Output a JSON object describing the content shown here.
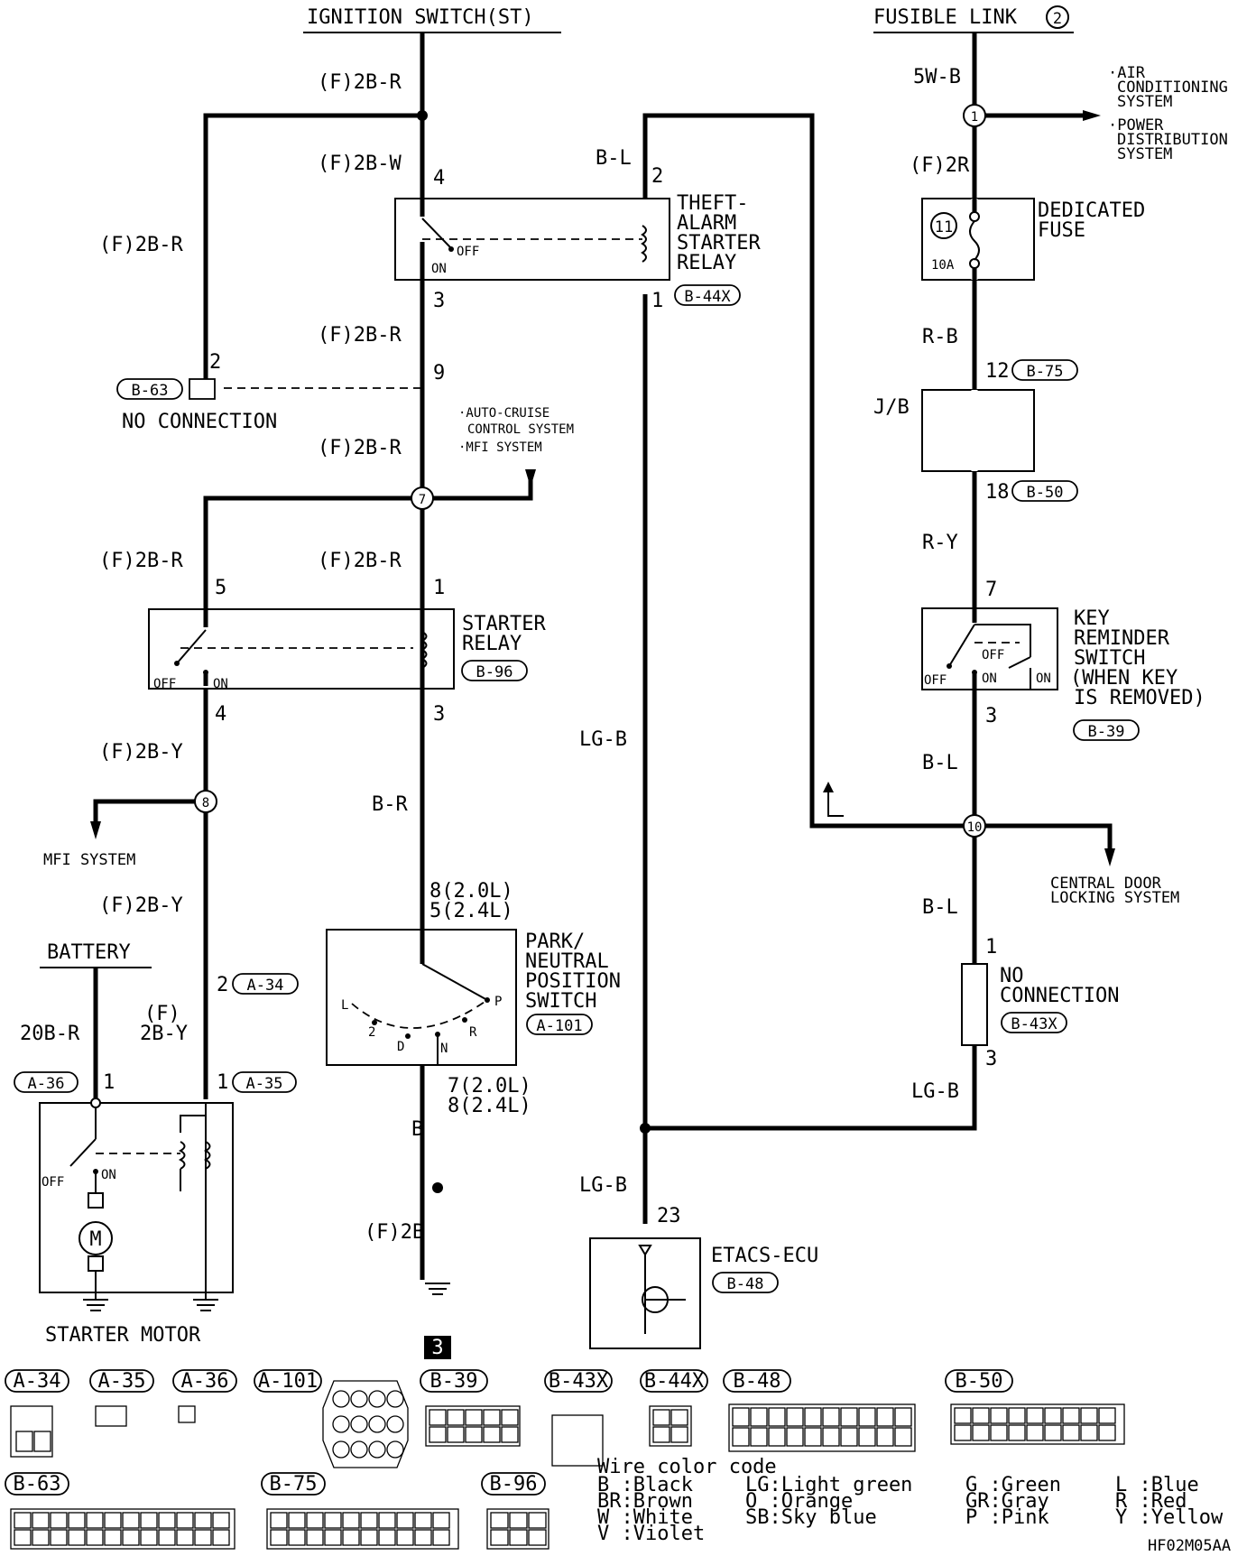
{
  "sources": {
    "ignition_switch": "IGNITION SWITCH(ST)",
    "fusible_link": "FUSIBLE LINK",
    "fusible_link_no": "2",
    "battery": "BATTERY"
  },
  "wire_labels": {
    "f2br_top": "(F)2B-R",
    "f2bw": "(F)2B-W",
    "f2br_left": "(F)2B-R",
    "f2br_b63": "(F)2B-R",
    "f2br_mid": "(F)2B-R",
    "f2br_5": "(F)2B-R",
    "f2br_1": "(F)2B-R",
    "f2by_4": "(F)2B-Y",
    "f2by_a34": "(F)2B-Y",
    "f2by_a35_top": "(F)",
    "f2by_a35_bot": "2B-Y",
    "bl_top": "B-L",
    "br": "B-R",
    "b": "B",
    "f2b": "(F)2B",
    "lgb_mid": "LG-B",
    "lgb_low": "LG-B",
    "lgb_right": "LG-B",
    "w5b": "5W-B",
    "f2r": "(F)2R",
    "rb": "R-B",
    "ry": "R-Y",
    "bl_right": "B-L",
    "bl_right2": "B-L",
    "b20r": "20B-R"
  },
  "components": {
    "theft_alarm": [
      "THEFT-",
      "ALARM",
      "STARTER",
      "RELAY"
    ],
    "starter_relay": [
      "STARTER",
      "RELAY"
    ],
    "park_neutral": [
      "PARK/",
      "NEUTRAL",
      "POSITION",
      "SWITCH"
    ],
    "etacs": "ETACS-ECU",
    "dedicated_fuse": [
      "DEDICATED",
      "FUSE"
    ],
    "fuse_no": "11",
    "fuse_rating": "10A",
    "jb": "J/B",
    "key_reminder": [
      "KEY",
      "REMINDER",
      "SWITCH",
      "(WHEN KEY",
      "IS REMOVED)"
    ],
    "starter_motor": "STARTER MOTOR",
    "no_connection_left": "NO CONNECTION",
    "no_connection_right": [
      "NO",
      "CONNECTION"
    ]
  },
  "connectors": {
    "b44x": "B-44X",
    "b96": "B-96",
    "b63": "B-63",
    "a101": "A-101",
    "b48": "B-48",
    "b75": "B-75",
    "b50": "B-50",
    "b39": "B-39",
    "b43x": "B-43X",
    "a34": "A-34",
    "a35": "A-35",
    "a36": "A-36"
  },
  "pins": {
    "p4_theft": "4",
    "p3_theft": "3",
    "p2_theft": "2",
    "p1_theft": "1",
    "p9": "9",
    "p2_b63": "2",
    "p5_sr": "5",
    "p1_sr": "1",
    "p4_sr": "4",
    "p3_sr": "3",
    "pn_top1": "8(2.0L)",
    "pn_top2": "5(2.4L)",
    "pn_bot1": "7(2.0L)",
    "pn_bot2": "8(2.4L)",
    "p2_a34": "2",
    "p1_a36": "1",
    "p1_a35": "1",
    "p23": "23",
    "p12": "12",
    "p18": "18",
    "p7": "7",
    "p3_key": "3",
    "p1_b43": "1",
    "p3_b43": "3"
  },
  "junctions": [
    "1",
    "7",
    "8",
    "10"
  ],
  "switch_states": {
    "off": "OFF",
    "on": "ON"
  },
  "pn_positions": [
    "L",
    "2",
    "D",
    "N",
    "R",
    "P"
  ],
  "destinations": {
    "auto_cruise": [
      "·AUTO-CRUISE",
      "CONTROL SYSTEM",
      "·MFI SYSTEM"
    ],
    "ac_power": [
      "·AIR",
      "CONDITIONING",
      "SYSTEM",
      "·POWER",
      "DISTRIBUTION",
      "SYSTEM"
    ],
    "mfi": "MFI SYSTEM",
    "central_door": [
      "CENTRAL DOOR",
      "LOCKING SYSTEM"
    ]
  },
  "ground_marker": "3",
  "diagram_code": "HF02M05AA",
  "connector_views": {
    "a34": "A-34",
    "a35": "A-35",
    "a36": "A-36",
    "a101": "A-101",
    "b39": "B-39",
    "b43x": "B-43X",
    "b44x": "B-44X",
    "b48": "B-48",
    "b50": "B-50",
    "b63": "B-63",
    "b75": "B-75",
    "b96": "B-96"
  },
  "wire_color_code": {
    "title": "Wire color code",
    "entries": [
      [
        "B :Black",
        "LG:Light green",
        "G :Green",
        "L :Blue"
      ],
      [
        "BR:Brown",
        "O :Orange",
        "GR:Gray",
        "R :Red"
      ],
      [
        "W :White",
        "SB:Sky blue",
        "P :Pink",
        "Y :Yellow"
      ],
      [
        "V :Violet"
      ]
    ]
  }
}
